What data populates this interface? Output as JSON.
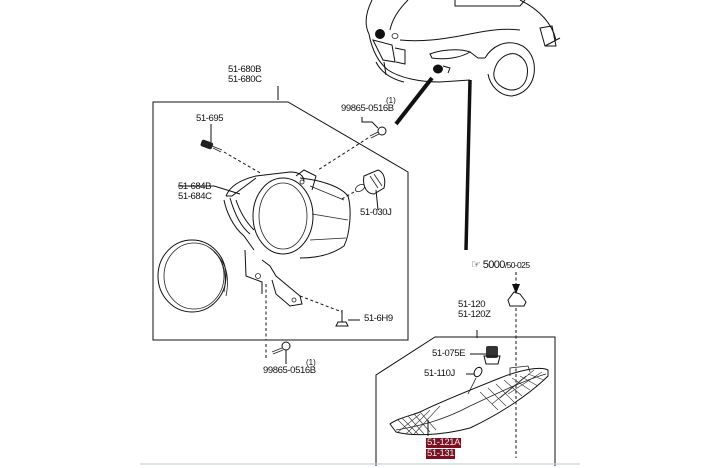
{
  "diagram": {
    "type": "exploded parts diagram",
    "subject": "Front fog lamp and side marker assembly",
    "highlight_color": "#7a1020",
    "callouts": {
      "fog_lamp_assembly": [
        "51-680B",
        "51-680C"
      ],
      "bolt_upper": {
        "part": "99865-0516B",
        "qty": "(1)"
      },
      "screw": "51-695",
      "fog_lamp_housing": [
        "51-684B",
        "51-684C"
      ],
      "bulb": "51-030J",
      "bolt_side": "51-6H9",
      "bolt_lower": {
        "part": "99865-0516B",
        "qty": "(1)"
      },
      "clip_ref": {
        "prefix": "☞",
        "main": "5000",
        "sub": "/50-025"
      },
      "side_marker_assembly": [
        "51-120",
        "51-120Z"
      ],
      "socket": "51-075E",
      "side_bulb": "51-110J",
      "side_lens": [
        "51-121A",
        "51-131"
      ]
    }
  }
}
